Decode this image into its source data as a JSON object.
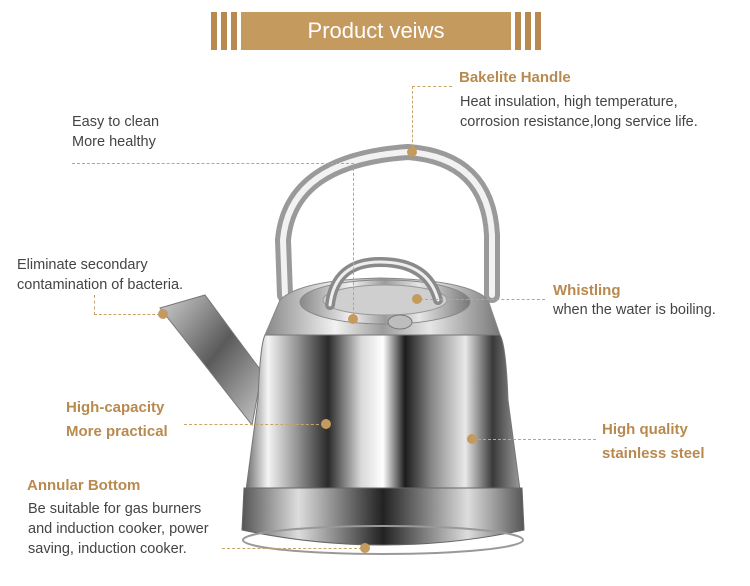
{
  "header": {
    "title": "Product veiws"
  },
  "callouts": {
    "handle": {
      "heading": "Bakelite Handle",
      "line1": "Heat insulation, high temperature,",
      "line2": "corrosion resistance,long service life."
    },
    "clean": {
      "line1": "Easy to clean",
      "line2": "More healthy"
    },
    "spout": {
      "line1": "Eliminate secondary",
      "line2": "contamination of bacteria."
    },
    "whistle": {
      "heading": "Whistling",
      "line1": "when the water is boiling."
    },
    "capacity": {
      "line1": "High-capacity",
      "line2": "More practical"
    },
    "steel": {
      "line1": "High quality",
      "line2": "stainless steel"
    },
    "bottom": {
      "heading": "Annular Bottom",
      "line1": "Be suitable for gas burners",
      "line2": "and induction cooker, power",
      "line3": "saving, induction cooker."
    }
  },
  "colors": {
    "accent": "#c59a5e",
    "accent_dark": "#b88a4f",
    "text": "#444444"
  }
}
